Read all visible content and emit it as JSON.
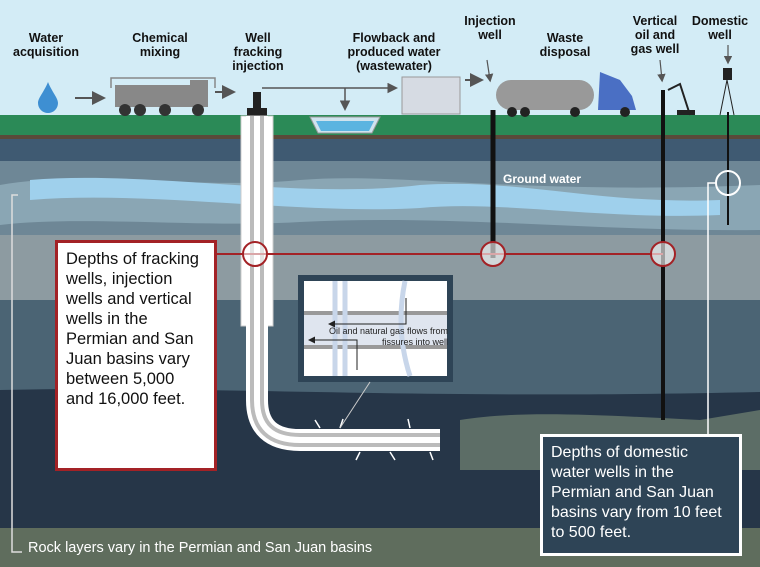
{
  "labels": {
    "water_acquisition": "Water\nacquisition",
    "chemical_mixing": "Chemical\nmixing",
    "well_fracking": "Well\nfracking\ninjection",
    "flowback": "Flowback and\nproduced water\n(wastewater)",
    "injection_well": "Injection\nwell",
    "waste_disposal": "Waste\ndisposal",
    "vertical_well": "Vertical\noil and\ngas well",
    "domestic_well": "Domestic\nwell"
  },
  "ground_water": "Ground water",
  "inset_text": "Oil and natural gas flows from fissures into well",
  "red_box_text": "Depths of fracking wells, injection wells and vertical wells in the Permian and San Juan basins vary between 5,000 and 16,000 feet.",
  "dark_box_text": "Depths of domestic water wells in the Permian and San Juan basins vary from 10 feet to 500 feet.",
  "bottom_text": "Rock layers vary in the Permian and San Juan basins",
  "colors": {
    "sky": "#d3ecf6",
    "ground": "#2b8a57",
    "accent_red": "#a32226",
    "dark_box": "#2e4456",
    "groundwater": "#9fd0ec"
  }
}
